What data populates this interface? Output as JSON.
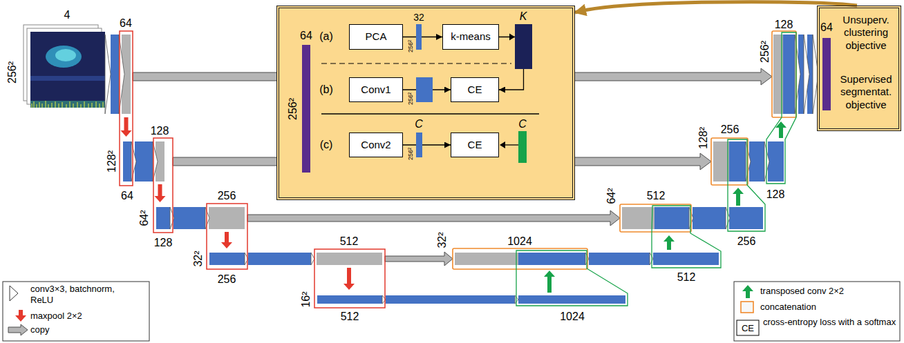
{
  "diagram": {
    "nodes": [
      {
        "text": [
          "(a)",
          "(b)",
          "(c)"
        ]
      },
      {
        "text": [
          "PCA"
        ],
        "in": 0
      },
      {
        "text": [
          "k-means"
        ],
        "in": 0
      },
      {
        "text": [
          "Conv1"
        ],
        "in": 0
      },
      {
        "text": [
          "CE"
        ],
        "in": 0
      },
      {
        "text": [
          "Conv2"
        ],
        "in": 0
      },
      {
        "text": [
          "CE"
        ],
        "in": 0
      },
      {
        "text": [
          "Unsuperv. clustering objective",
          "Supervised segmentat. objective"
        ]
      }
    ],
    "edges": [
      {
        "from": 1,
        "to": 2,
        "arrow": "to"
      },
      {
        "from": 2,
        "to": 4,
        "arrow": "to"
      },
      {
        "from": 3,
        "to": 4,
        "arrow": "to"
      },
      {
        "from": 5,
        "to": 6,
        "arrow": "to"
      },
      {
        "from": 7,
        "to": 0,
        "arrow": "to"
      }
    ],
    "labels": [
      "4",
      "256²",
      "64",
      "128²",
      "64",
      "128",
      "64²",
      "128",
      "256",
      "32²",
      "256",
      "512",
      "16²",
      "512",
      "1024",
      "64",
      "256²",
      "32",
      "256²",
      "K",
      "256²",
      "C",
      "256²",
      "C",
      "128",
      "256²",
      "64",
      "256",
      "128²",
      "128",
      "512",
      "64²",
      "256",
      "1024",
      "32²",
      "512",
      "CE"
    ],
    "legend": [
      {
        "text": "conv3×3, batchnorm, ReLU"
      },
      {
        "text": "maxpool 2×2"
      },
      {
        "text": "copy"
      },
      {
        "text": "transposed conv 2×2"
      },
      {
        "text": "concatenation"
      },
      {
        "text": "cross-entropy loss with a softmax"
      }
    ]
  }
}
